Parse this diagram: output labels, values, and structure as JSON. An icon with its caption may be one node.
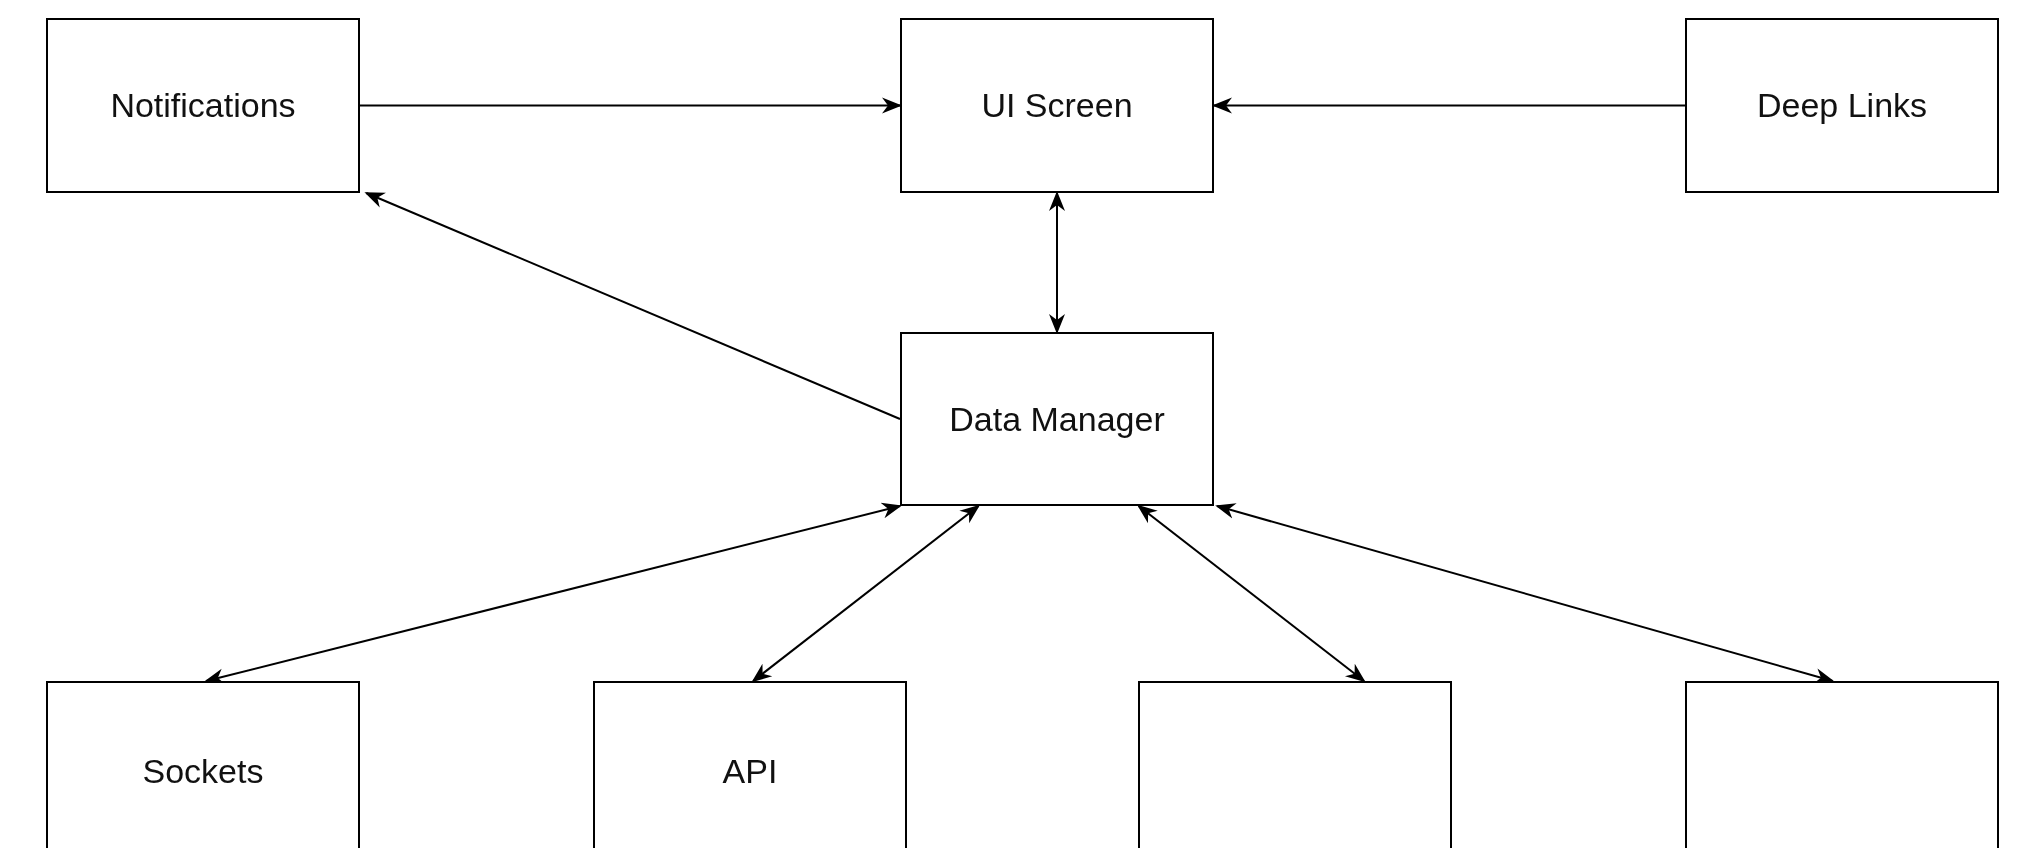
{
  "diagram": {
    "nodes": [
      {
        "text": [
          "Notifications"
        ]
      },
      {
        "text": [
          "UI Screen"
        ]
      },
      {
        "text": [
          "Deep Links"
        ]
      },
      {
        "text": [
          "Data Manager"
        ]
      },
      {
        "text": [
          "Sockets"
        ]
      },
      {
        "text": [
          "API"
        ]
      },
      {
        "text": [],
        "shape": "box"
      },
      {
        "text": [],
        "shape": "box"
      }
    ],
    "edges": [
      {
        "from": 0,
        "to": 1,
        "arrow": "to"
      },
      {
        "from": 2,
        "to": 1,
        "arrow": "to"
      },
      {
        "from": 1,
        "to": 3,
        "arrow": "both"
      },
      {
        "from": 3,
        "to": 0,
        "arrow": "to"
      },
      {
        "from": 3,
        "to": 4,
        "arrow": "both"
      },
      {
        "from": 3,
        "to": 5,
        "arrow": "both"
      },
      {
        "from": 3,
        "to": 6,
        "arrow": "both"
      },
      {
        "from": 3,
        "to": 7,
        "arrow": "both"
      }
    ]
  }
}
